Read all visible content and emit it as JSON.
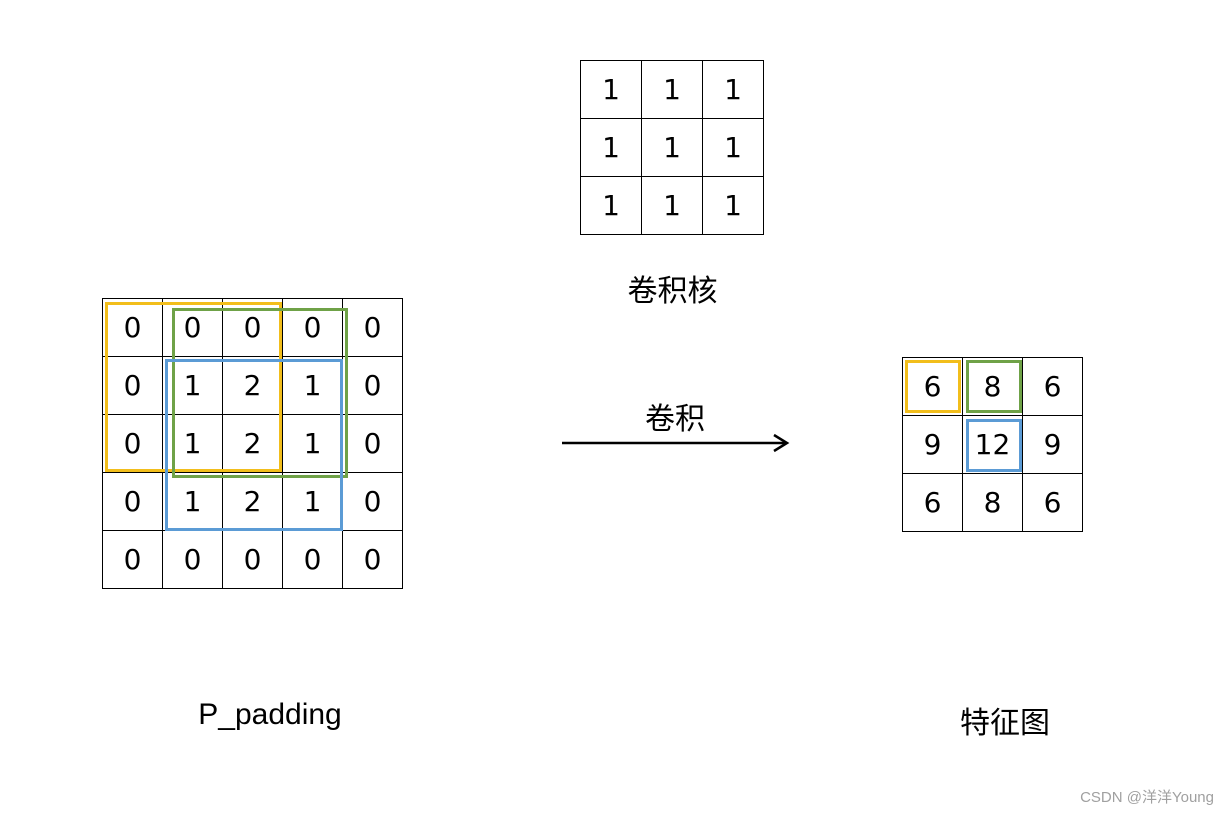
{
  "kernel": {
    "label": "卷积核",
    "rows": [
      [
        "1",
        "1",
        "1"
      ],
      [
        "1",
        "1",
        "1"
      ],
      [
        "1",
        "1",
        "1"
      ]
    ]
  },
  "padded_input": {
    "label": "P_padding",
    "rows": [
      [
        "0",
        "0",
        "0",
        "0",
        "0"
      ],
      [
        "0",
        "1",
        "2",
        "1",
        "0"
      ],
      [
        "0",
        "1",
        "2",
        "1",
        "0"
      ],
      [
        "0",
        "1",
        "2",
        "1",
        "0"
      ],
      [
        "0",
        "0",
        "0",
        "0",
        "0"
      ]
    ]
  },
  "operation": {
    "label": "卷积"
  },
  "feature_map": {
    "label": "特征图",
    "rows": [
      [
        "6",
        "8",
        "6"
      ],
      [
        "9",
        "12",
        "9"
      ],
      [
        "6",
        "8",
        "6"
      ]
    ]
  },
  "colors": {
    "yellow": "#F2BE1B",
    "green": "#6FA247",
    "blue": "#5B9BD5"
  },
  "watermark": "CSDN @洋洋Young"
}
